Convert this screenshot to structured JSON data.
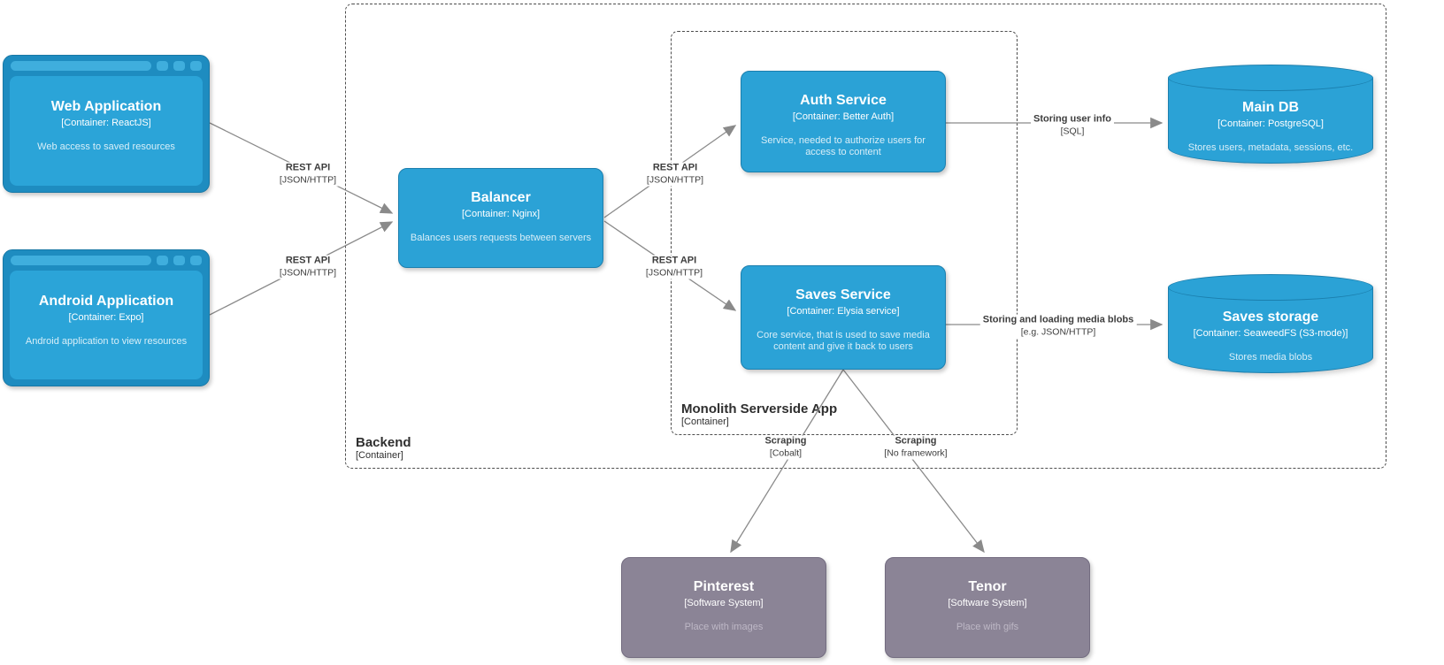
{
  "colors": {
    "container_blue": "#2BA2D6",
    "container_blue_border": "#1B7FAE",
    "browser_frame_blue": "#1E8CC0",
    "external_system_gray": "#8B8496",
    "edge_gray": "#8A8A8A"
  },
  "boundaries": {
    "backend": {
      "title": "Backend",
      "type": "[Container]"
    },
    "monolith": {
      "title": "Monolith Serverside App",
      "type": "[Container]"
    }
  },
  "nodes": {
    "web_app": {
      "title": "Web Application",
      "subtitle": "[Container: ReactJS]",
      "description": "Web access to saved resources"
    },
    "android_app": {
      "title": "Android Application",
      "subtitle": "[Container: Expo]",
      "description": "Android application to view resources"
    },
    "balancer": {
      "title": "Balancer",
      "subtitle": "[Container: Nginx]",
      "description": "Balances users requests between servers"
    },
    "auth_service": {
      "title": "Auth Service",
      "subtitle": "[Container: Better Auth]",
      "description": "Service, needed to authorize users for access to content"
    },
    "saves_service": {
      "title": "Saves Service",
      "subtitle": "[Container: Elysia service]",
      "description": "Core service, that is used to save media content and give it back to users"
    },
    "main_db": {
      "title": "Main DB",
      "subtitle": "[Container: PostgreSQL]",
      "description": "Stores users, metadata, sessions, etc."
    },
    "saves_storage": {
      "title": "Saves storage",
      "subtitle": "[Container: SeaweedFS (S3-mode)]",
      "description": "Stores media blobs"
    },
    "pinterest": {
      "title": "Pinterest",
      "subtitle": "[Software System]",
      "description": "Place with images"
    },
    "tenor": {
      "title": "Tenor",
      "subtitle": "[Software System]",
      "description": "Place with gifs"
    }
  },
  "edges": {
    "web_to_balancer": {
      "label": "REST API",
      "tech": "[JSON/HTTP]"
    },
    "android_to_balancer": {
      "label": "REST API",
      "tech": "[JSON/HTTP]"
    },
    "balancer_to_auth": {
      "label": "REST API",
      "tech": "[JSON/HTTP]"
    },
    "balancer_to_saves": {
      "label": "REST API",
      "tech": "[JSON/HTTP]"
    },
    "auth_to_maindb": {
      "label": "Storing user info",
      "tech": "[SQL]"
    },
    "saves_to_storage": {
      "label": "Storing and loading media blobs",
      "tech": "[e.g. JSON/HTTP]"
    },
    "saves_to_pinterest": {
      "label": "Scraping",
      "tech": "[Cobalt]"
    },
    "saves_to_tenor": {
      "label": "Scraping",
      "tech": "[No framework]"
    }
  }
}
